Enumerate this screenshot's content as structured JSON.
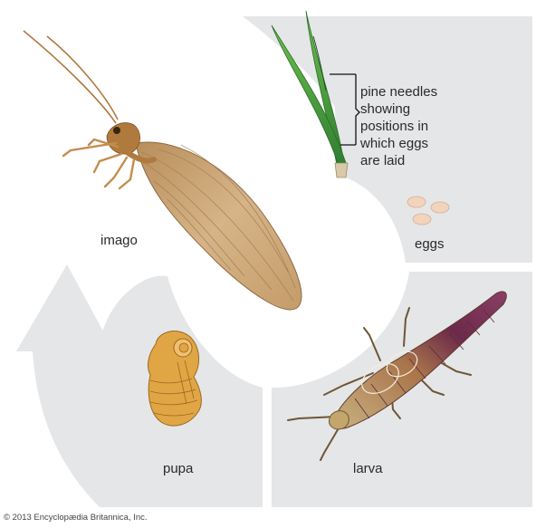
{
  "diagram": {
    "stages": {
      "imago": "imago",
      "eggs": "eggs",
      "larva": "larva",
      "pupa": "pupa"
    },
    "annotation": {
      "lines": [
        "pine needles",
        "showing",
        "positions in",
        "which eggs",
        "are laid"
      ]
    },
    "credit": "© 2013 Encyclopædia Britannica, Inc."
  },
  "colors": {
    "cycle_band": "#e5e6e8",
    "background": "#ffffff",
    "wing": "#c9a57a",
    "body": "#b07a3e",
    "needle": "#3f9a3a",
    "pupa": "#e0a545",
    "larva_head": "#c4a56b",
    "larva_tail": "#6e2d52",
    "egg": "#f2d3bc"
  }
}
